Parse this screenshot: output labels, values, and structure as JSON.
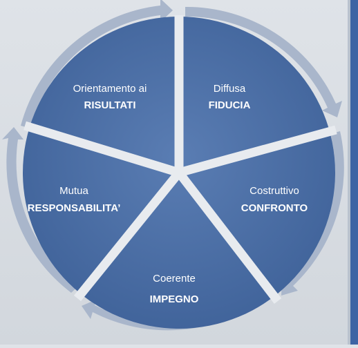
{
  "segments": [
    {
      "id": "risultati",
      "line1": "Orientamento ai",
      "line2": "RISULTATI"
    },
    {
      "id": "fiducia",
      "line1": "Diffusa",
      "line2": "FIDUCIA"
    },
    {
      "id": "confronto",
      "line1": "Costruttivo",
      "line2": "CONFRONTO"
    },
    {
      "id": "impegno",
      "line1": "Coerente",
      "line2": "IMPEGNO"
    },
    {
      "id": "responsabilita",
      "line1": "Mutua",
      "line2": "RESPONSABILITA’"
    }
  ],
  "colors": {
    "wedge": "#4a6fa8",
    "wedge_dark": "#3f6299",
    "arrow_ring": "#a9b6cb",
    "divider": "#e8ebef",
    "accent_bar": "#3d63a4"
  }
}
